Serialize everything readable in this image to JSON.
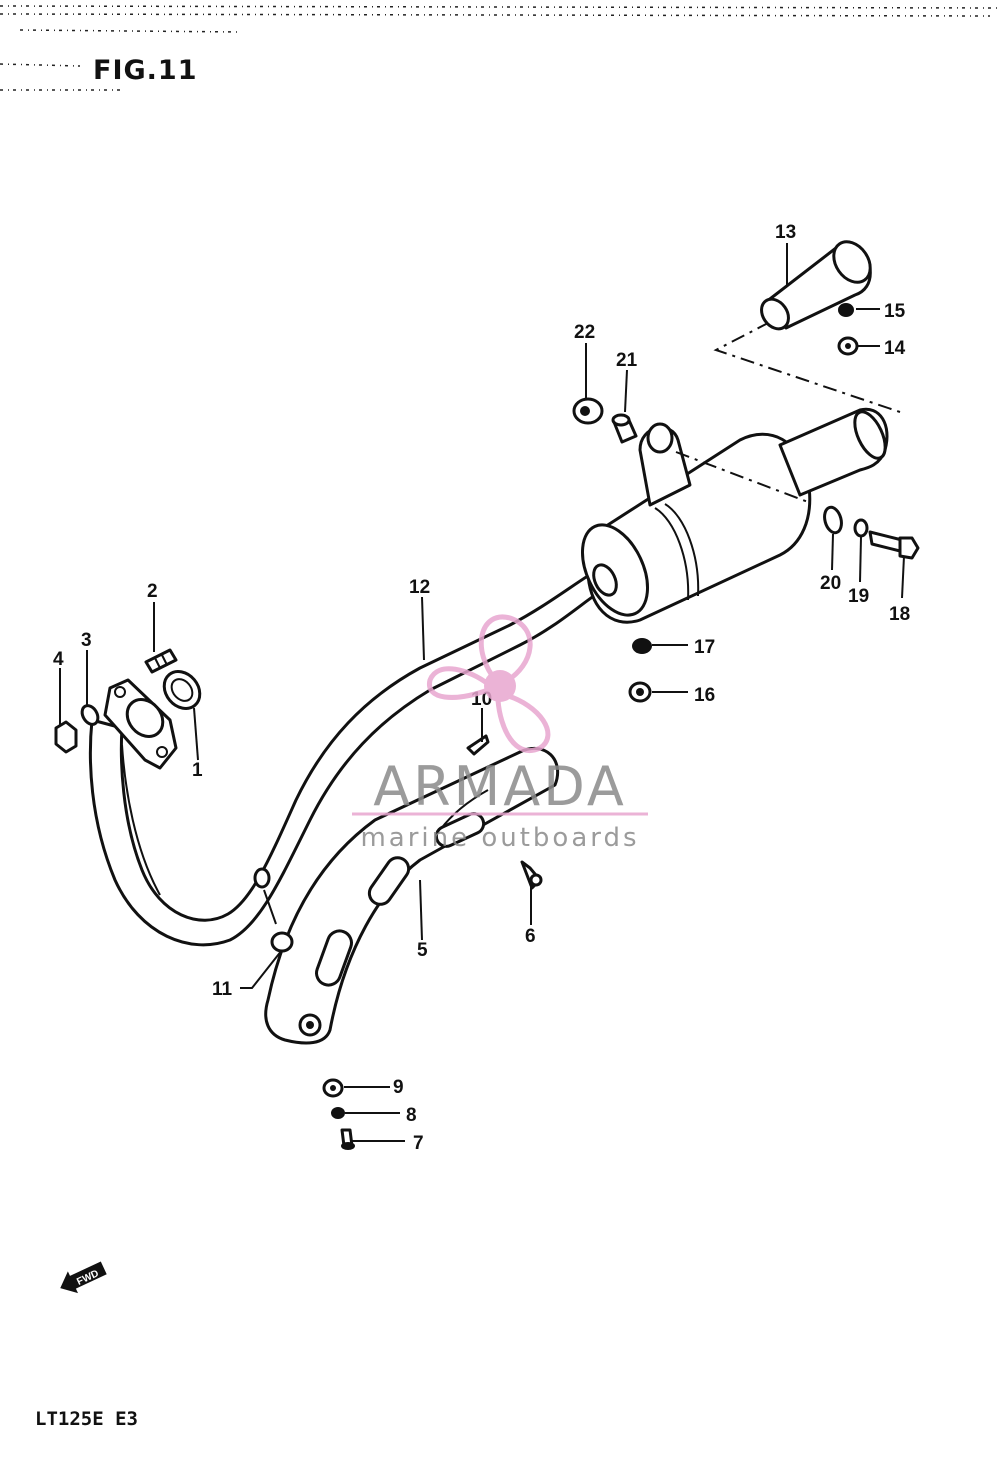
{
  "figure": {
    "title": "FIG.11",
    "model": "LT125E E3",
    "fwd_label": "FWD"
  },
  "callouts": [
    "1",
    "2",
    "3",
    "4",
    "5",
    "6",
    "7",
    "8",
    "9",
    "10",
    "11",
    "12",
    "13",
    "14",
    "15",
    "16",
    "17",
    "18",
    "19",
    "20",
    "21",
    "22"
  ],
  "watermark": {
    "brand": "ARMADA",
    "tagline": "marine outboards",
    "colors": {
      "propeller": "#e8a6d0",
      "text": "#8a8a8a"
    }
  }
}
